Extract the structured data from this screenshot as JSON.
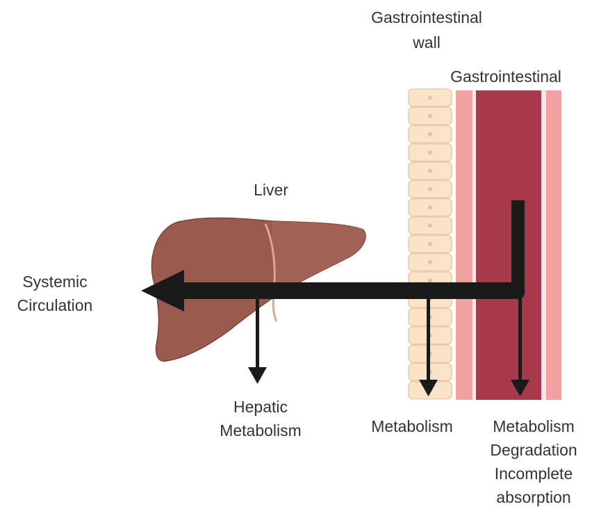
{
  "labels": {
    "gi_wall_line1": "Gastrointestinal",
    "gi_wall_line2": "wall",
    "gi_lumen": "Gastrointestinal",
    "liver": "Liver",
    "systemic_line1": "Systemic",
    "systemic_line2": "Circulation",
    "hepatic_line1": "Hepatic",
    "hepatic_line2": "Metabolism",
    "wall_metabolism": "Metabolism",
    "lumen_line1": "Metabolism",
    "lumen_line2": "Degradation",
    "lumen_line3": "Incomplete",
    "lumen_line4": "absorption"
  },
  "colors": {
    "liver_fill": "#9b5a4e",
    "liver_shade": "#86493f",
    "liver_edge": "#6f3a32",
    "gallbladder_line": "#d8a98a",
    "cell_fill": "#fbe3c8",
    "cell_border": "#e8c9a8",
    "cell_nucleus": "#f3b9a4",
    "muscle_light": "#f0a1a0",
    "muscle_pale": "#fde7e6",
    "lumen_dark": "#a8394a",
    "arrow": "#1a1a1a"
  }
}
